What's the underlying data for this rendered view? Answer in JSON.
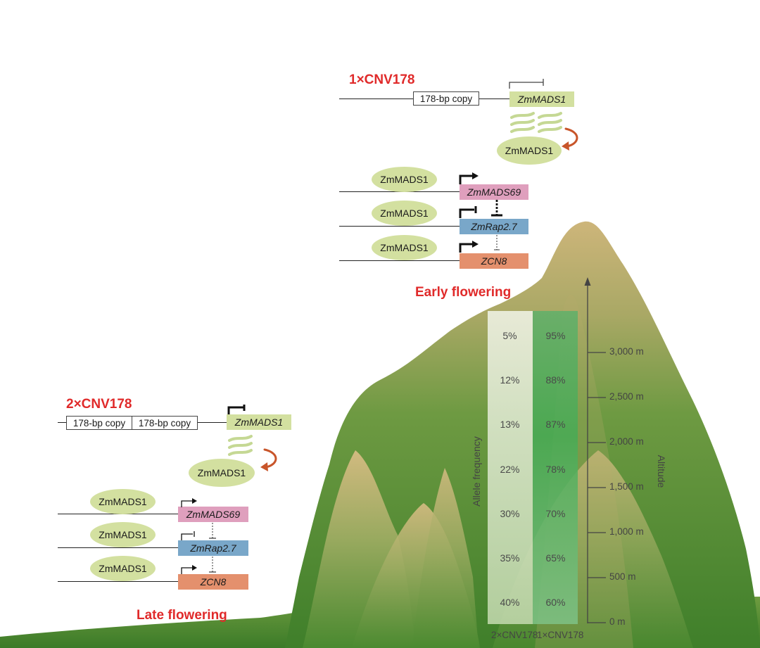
{
  "top": {
    "heading": "1×CNV178",
    "copy_label": "178-bp copy",
    "gene_label": "ZmMADS1",
    "protein_label": "ZmMADS1",
    "targets": [
      {
        "regulator": "ZmMADS1",
        "gene": "ZmMADS69"
      },
      {
        "regulator": "ZmMADS1",
        "gene": "ZmRap2.7"
      },
      {
        "regulator": "ZmMADS1",
        "gene": "ZCN8"
      }
    ],
    "phenotype": "Early flowering"
  },
  "bottom": {
    "heading": "2×CNV178",
    "copy_labels": [
      "178-bp copy",
      "178-bp copy"
    ],
    "gene_label": "ZmMADS1",
    "protein_label": "ZmMADS1",
    "targets": [
      {
        "regulator": "ZmMADS1",
        "gene": "ZmMADS69"
      },
      {
        "regulator": "ZmMADS1",
        "gene": "ZmRap2.7"
      },
      {
        "regulator": "ZmMADS1",
        "gene": "ZCN8"
      }
    ],
    "phenotype": "Late flowering"
  },
  "frequency_table": {
    "rows": [
      {
        "two_copy": "5%",
        "one_copy": "95%"
      },
      {
        "two_copy": "12%",
        "one_copy": "88%"
      },
      {
        "two_copy": "13%",
        "one_copy": "87%"
      },
      {
        "two_copy": "22%",
        "one_copy": "78%"
      },
      {
        "two_copy": "30%",
        "one_copy": "70%"
      },
      {
        "two_copy": "35%",
        "one_copy": "65%"
      },
      {
        "two_copy": "40%",
        "one_copy": "60%"
      }
    ],
    "column_labels": [
      "2×CNV178",
      "1×CNV178"
    ],
    "axis_title": "Allele frequency"
  },
  "altitude_axis": {
    "title": "Altitude",
    "ticks": [
      "3,000 m",
      "2,500 m",
      "2,000 m",
      "1,500 m",
      "1,000 m",
      "500 m",
      "0 m"
    ]
  },
  "colors": {
    "heading_red": "#e02a2a",
    "madsbox_green": "#d3e0a0",
    "mads69_pink": "#df9fbd",
    "rap27_blue": "#79a7c9",
    "zcn8_orange": "#e4906d",
    "protein_ellipse": "#d3e0a0",
    "feedback_arrow": "#c8552a"
  }
}
